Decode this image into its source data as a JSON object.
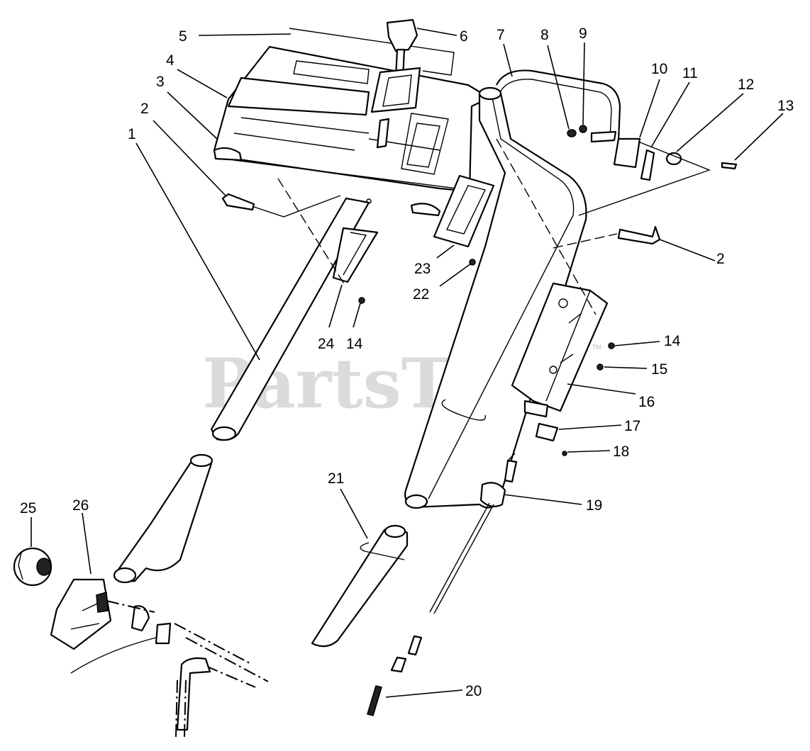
{
  "watermark": {
    "text": "PartsTree",
    "mark": "TM"
  },
  "callouts": {
    "c1": "1",
    "c2a": "2",
    "c2b": "2",
    "c3": "3",
    "c4": "4",
    "c5": "5",
    "c6": "6",
    "c7": "7",
    "c8": "8",
    "c9": "9",
    "c10": "10",
    "c11": "11",
    "c12": "12",
    "c13": "13",
    "c14a": "14",
    "c14b": "14",
    "c15": "15",
    "c16": "16",
    "c17": "17",
    "c18": "18",
    "c19": "19",
    "c20": "20",
    "c21": "21",
    "c22": "22",
    "c23": "23",
    "c24": "24",
    "c25": "25",
    "c26": "26"
  }
}
